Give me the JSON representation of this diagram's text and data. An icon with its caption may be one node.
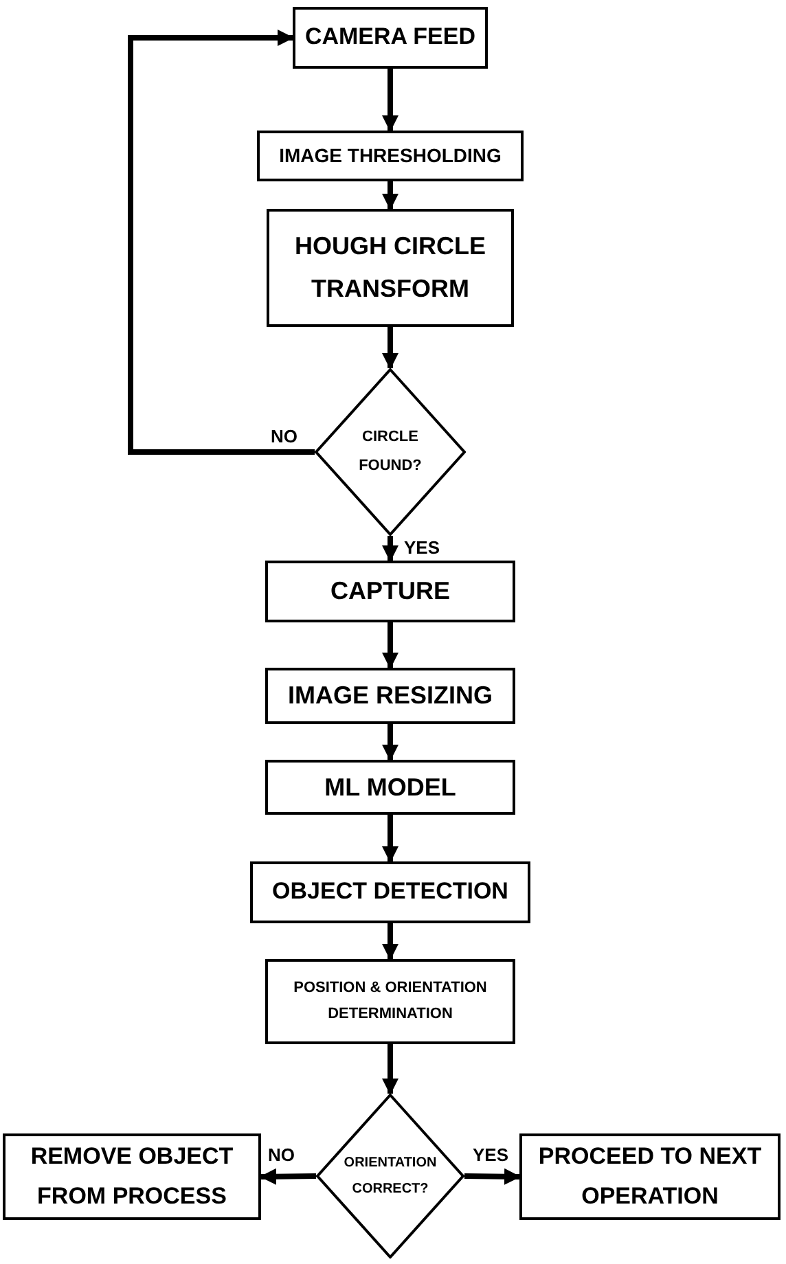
{
  "diagram": {
    "nodes": [
      {
        "text": [
          "CAMERA FEED"
        ]
      },
      {
        "text": [
          "IMAGE THRESHOLDING"
        ]
      },
      {
        "text": [
          "HOUGH CIRCLE TRANSFORM"
        ]
      },
      {
        "text": [
          "CIRCLE FOUND?"
        ]
      },
      {
        "text": [
          "CAPTURE"
        ]
      },
      {
        "text": [
          "IMAGE RESIZING"
        ]
      },
      {
        "text": [
          "ML MODEL"
        ]
      },
      {
        "text": [
          "OBJECT DETECTION"
        ]
      },
      {
        "text": [
          "POSITION & ORIENTATION DETERMINATION"
        ]
      },
      {
        "text": [
          "ORIENTATION CORRECT?"
        ]
      },
      {
        "text": [
          "REMOVE OBJECT FROM PROCESS"
        ]
      },
      {
        "text": [
          "PROCEED TO NEXT OPERATION"
        ]
      }
    ],
    "edges": [
      {
        "from": 0,
        "to": 1,
        "arrow": "to"
      },
      {
        "from": 1,
        "to": 2,
        "arrow": "to"
      },
      {
        "from": 2,
        "to": 3,
        "arrow": "to"
      },
      {
        "from": 3,
        "to": 0,
        "arrow": "to",
        "label": "NO"
      },
      {
        "from": 3,
        "to": 4,
        "arrow": "to",
        "label": "YES"
      },
      {
        "from": 4,
        "to": 5,
        "arrow": "to"
      },
      {
        "from": 5,
        "to": 6,
        "arrow": "to"
      },
      {
        "from": 6,
        "to": 7,
        "arrow": "to"
      },
      {
        "from": 7,
        "to": 8,
        "arrow": "to"
      },
      {
        "from": 8,
        "to": 9,
        "arrow": "to"
      },
      {
        "from": 9,
        "to": 10,
        "arrow": "to",
        "label": "NO"
      },
      {
        "from": 9,
        "to": 11,
        "arrow": "to",
        "label": "YES"
      }
    ]
  }
}
